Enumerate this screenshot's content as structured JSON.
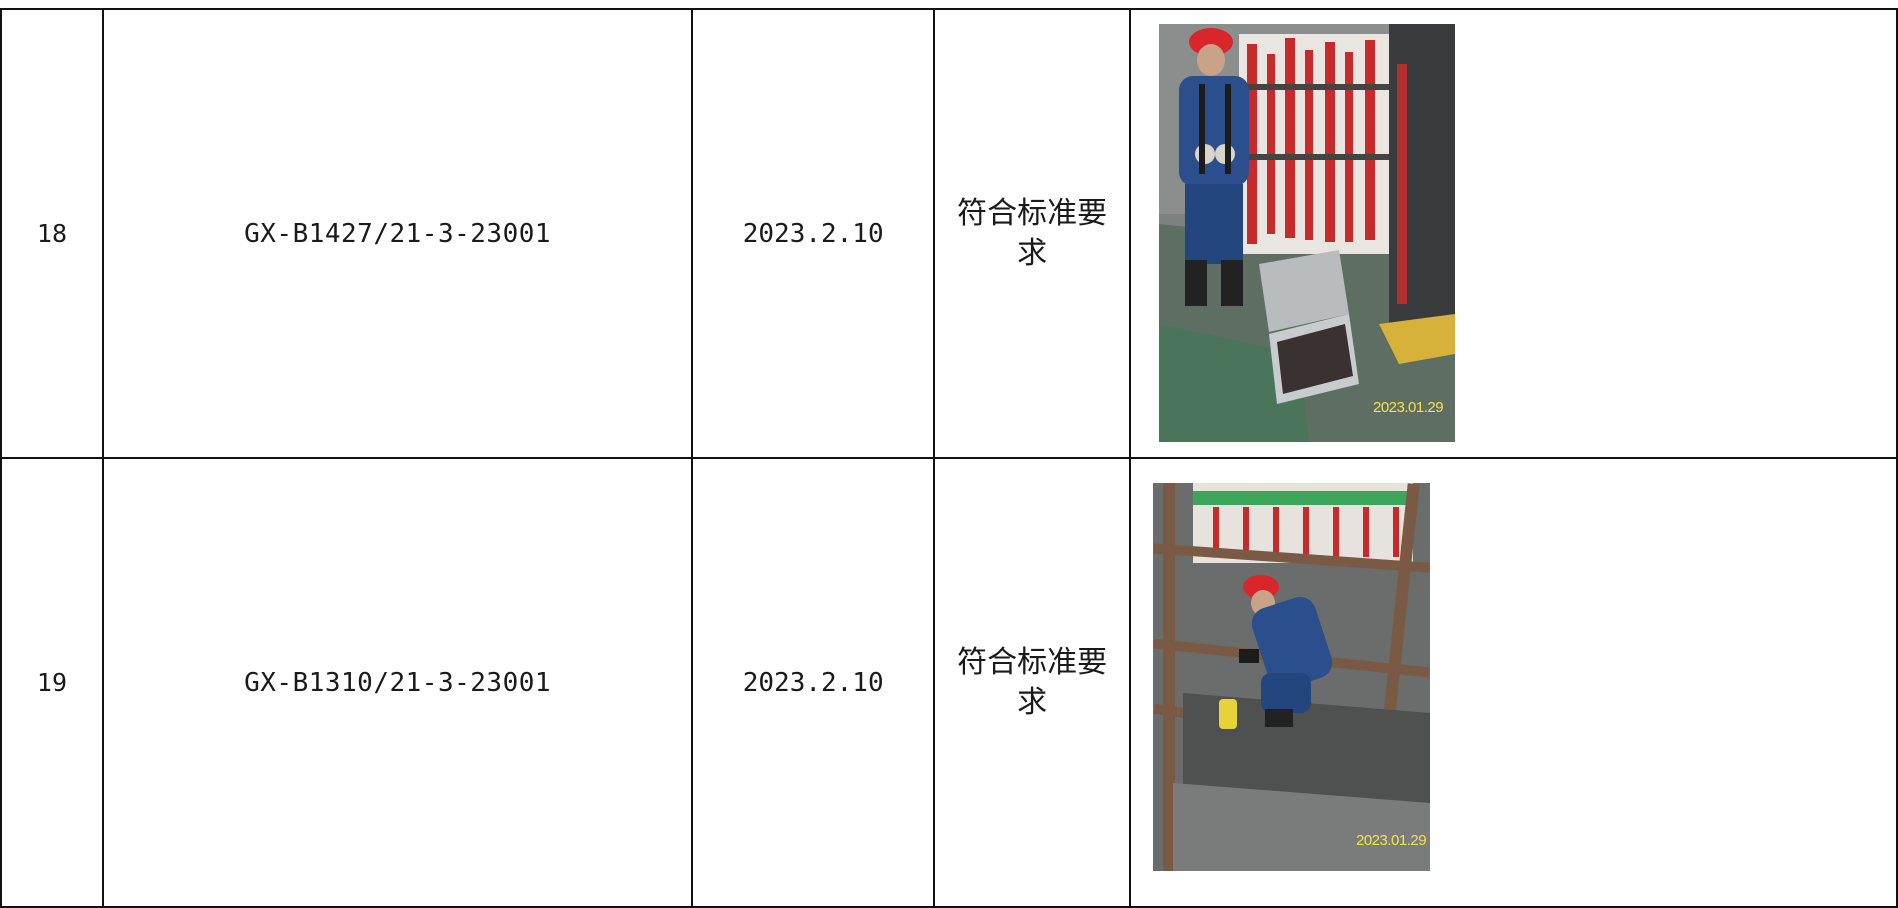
{
  "rows": [
    {
      "index": "18",
      "code": "GX-B1427/21-3-23001",
      "date": "2023.2.10",
      "result": "符合标准要求",
      "photo_timestamp": "2023.01.29"
    },
    {
      "index": "19",
      "code": "GX-B1310/21-3-23001",
      "date": "2023.2.10",
      "result": "符合标准要求",
      "photo_timestamp": "2023.01.29"
    }
  ],
  "colors": {
    "border": "#111111",
    "text": "#1a1a1a",
    "timestamp": "#f2e34a",
    "hardhat": "#d8262a",
    "workwear": "#2a4f8c"
  }
}
